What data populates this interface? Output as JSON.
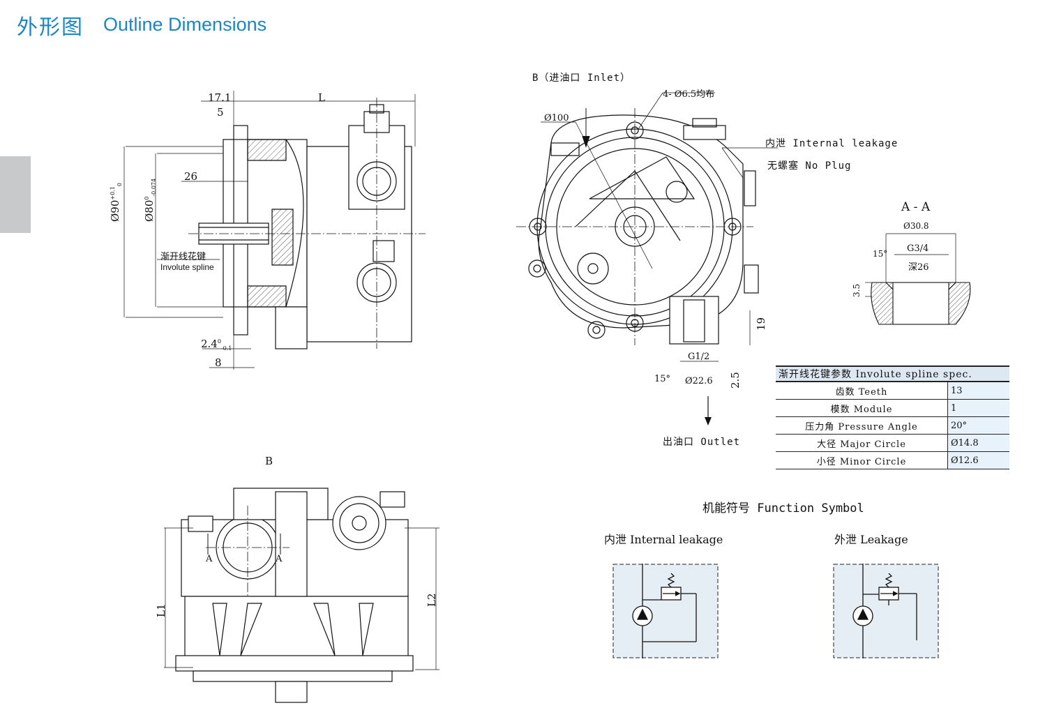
{
  "header": {
    "title_cn": "外形图",
    "title_en": "Outline Dimensions"
  },
  "front_view": {
    "dims": {
      "d1": "17.1",
      "d2": "L",
      "d3": "5",
      "d4": "26",
      "d5": "Ø90",
      "d6": "Ø80",
      "d7": "2.4",
      "d8": "8"
    },
    "tol": {
      "t5": "+0.1",
      "t5b": "0",
      "t6": "0",
      "t6b": "-0.074",
      "t7": "0",
      "t7b": "-0.1"
    },
    "spline_cn": "渐开线花键",
    "spline_en": "Involute spline"
  },
  "side_view": {
    "inlet": "B（进油口 Inlet）",
    "holes": "4- Ø6.5均布",
    "dia": "Ø100",
    "leak_cn": "内泄 Internal leakage",
    "plug": "无螺塞  No Plug",
    "d19": "19",
    "g12": "G1/2",
    "d15": "15°",
    "d226": "Ø22.6",
    "d25": "2.5",
    "outlet": "出油口 Outlet"
  },
  "section_aa": {
    "title": "A - A",
    "d308": "Ø30.8",
    "g34": "G3/4",
    "deep": "深26",
    "d15": "15°",
    "d35": "3.5"
  },
  "spline_table": {
    "header": "渐开线花键参数 Involute spline spec.",
    "rows": [
      {
        "key": "齿数 Teeth",
        "value": "13"
      },
      {
        "key": "模数 Module",
        "value": "1"
      },
      {
        "key": "压力角 Pressure Angle",
        "value": "20°"
      },
      {
        "key": "大径 Major Circle",
        "value": "Ø14.8"
      },
      {
        "key": "小径 Minor Circle",
        "value": "Ø12.6"
      }
    ]
  },
  "bottom_view": {
    "label": "B",
    "l1": "L1",
    "l2": "L2",
    "a1": "A",
    "a2": "A"
  },
  "function_symbol": {
    "title": "机能符号 Function Symbol",
    "left": "内泄 Internal leakage",
    "right": "外泄 Leakage"
  },
  "colors": {
    "accent": "#1b86c6",
    "table_fill": "#e7f2fb",
    "symbol_bg": "#e6eef5"
  }
}
